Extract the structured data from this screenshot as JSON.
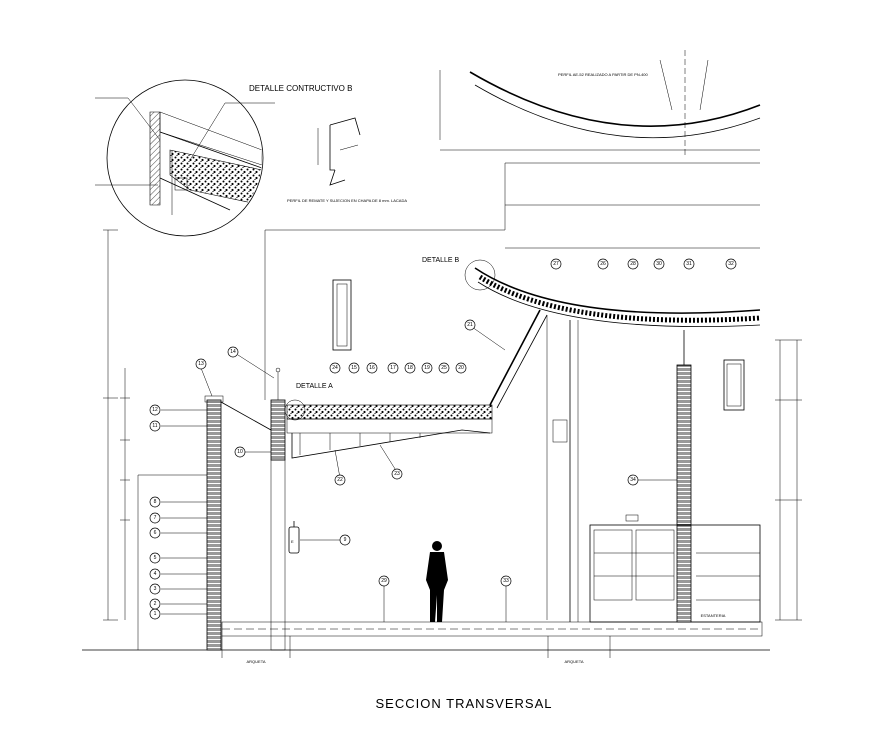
{
  "drawing": {
    "title": "SECCION TRANSVERSAL",
    "detail_b_title": "DETALLE CONTRUCTIVO B",
    "detail_a_label": "DETALLE A",
    "detail_b_label": "DETALLE B",
    "profile_note": "PERFIL AE-52 REALIZADO A PARTIR DE PN-400",
    "sub_note": "PERFIL DE REMATE Y SUJECION EN CHAPA DE 8 mm. LACADA",
    "arqueta_label_1": "ARQUETA",
    "arqueta_label_2": "ARQUETA",
    "estanteria_label": "ESTANTERIA",
    "extinguisher_letter": "E",
    "callouts": [
      "1",
      "2",
      "3",
      "4",
      "5",
      "6",
      "7",
      "8",
      "9",
      "10",
      "11",
      "12",
      "13",
      "14",
      "15",
      "16",
      "17",
      "18",
      "19",
      "20",
      "21",
      "22",
      "23",
      "24",
      "25",
      "26",
      "27",
      "28",
      "29",
      "30",
      "31",
      "32",
      "33",
      "34"
    ]
  }
}
